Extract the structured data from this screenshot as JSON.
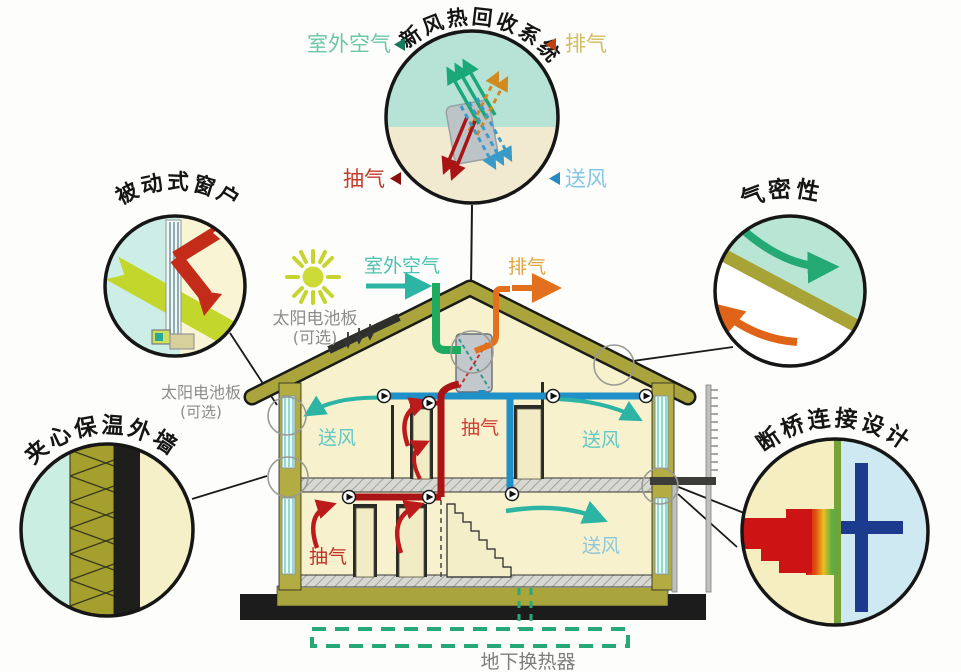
{
  "callouts": {
    "hrv": {
      "title": "新风热回收系统",
      "outdoor_air": "室外空气",
      "exhaust": "排气",
      "extract": "抽气",
      "supply": "送风"
    },
    "passive_window": {
      "title": "被动式窗户"
    },
    "airtightness": {
      "title": "气密性"
    },
    "insulated_wall": {
      "title": "夹心保温外墙"
    },
    "thermal_bridge": {
      "title": "断桥连接设计"
    }
  },
  "house": {
    "outdoor_air": "室外空气",
    "exhaust": "排气",
    "solar_panel_top": "太阳电池板",
    "solar_panel_top_optional": "(可选)",
    "solar_panel_left": "太阳电池板",
    "solar_panel_left_optional": "(可选)",
    "supply_upper_left": "送风",
    "extract_upper": "抽气",
    "supply_upper_right": "送风",
    "extract_lower": "抽气",
    "supply_lower_right": "送风",
    "ground_heat_exchanger": "地下换热器"
  },
  "colors": {
    "supply_blue": "#2090c8",
    "extract_red": "#aa1414",
    "outdoor_teal": "#2cb4a4",
    "exhaust_orange": "#e2701c",
    "wall_olive": "#a9a43b",
    "interior_cream": "#f7f2cd",
    "ground_black": "#1c1c1c",
    "heat_exchanger_dash_teal": "#27a877",
    "label_gray": "#7d7d7d"
  }
}
